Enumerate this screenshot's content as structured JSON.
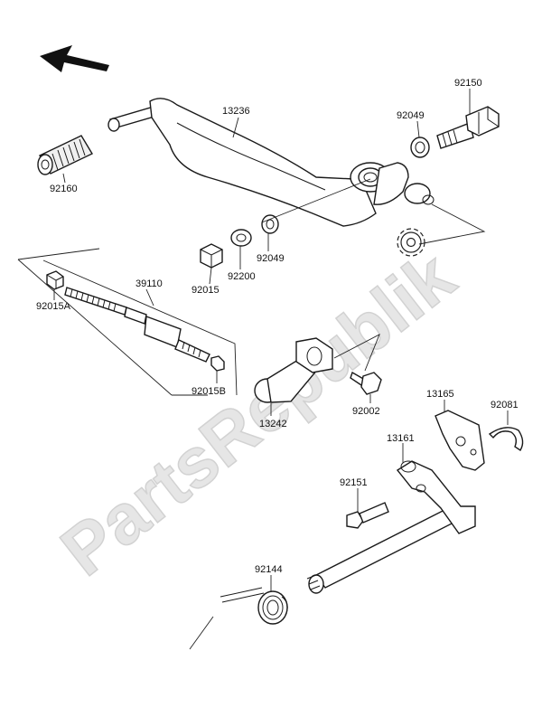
{
  "watermark": "PartsRepublik",
  "parts": {
    "p13236": "13236",
    "p92150": "92150",
    "p92049a": "92049",
    "p92160": "92160",
    "p92049b": "92049",
    "p92200": "92200",
    "p92015": "92015",
    "p39110": "39110",
    "p92015A": "92015A",
    "p92015B": "92015B",
    "p13242": "13242",
    "p92002": "92002",
    "p13165": "13165",
    "p92081": "92081",
    "p13161": "13161",
    "p92151": "92151",
    "p92144": "92144"
  },
  "icons": {
    "direction": "front-direction-arrow-icon",
    "gear": "gear-icon"
  },
  "colors": {
    "line": "#1a1a1a",
    "watermark": "#e6e6e6"
  }
}
